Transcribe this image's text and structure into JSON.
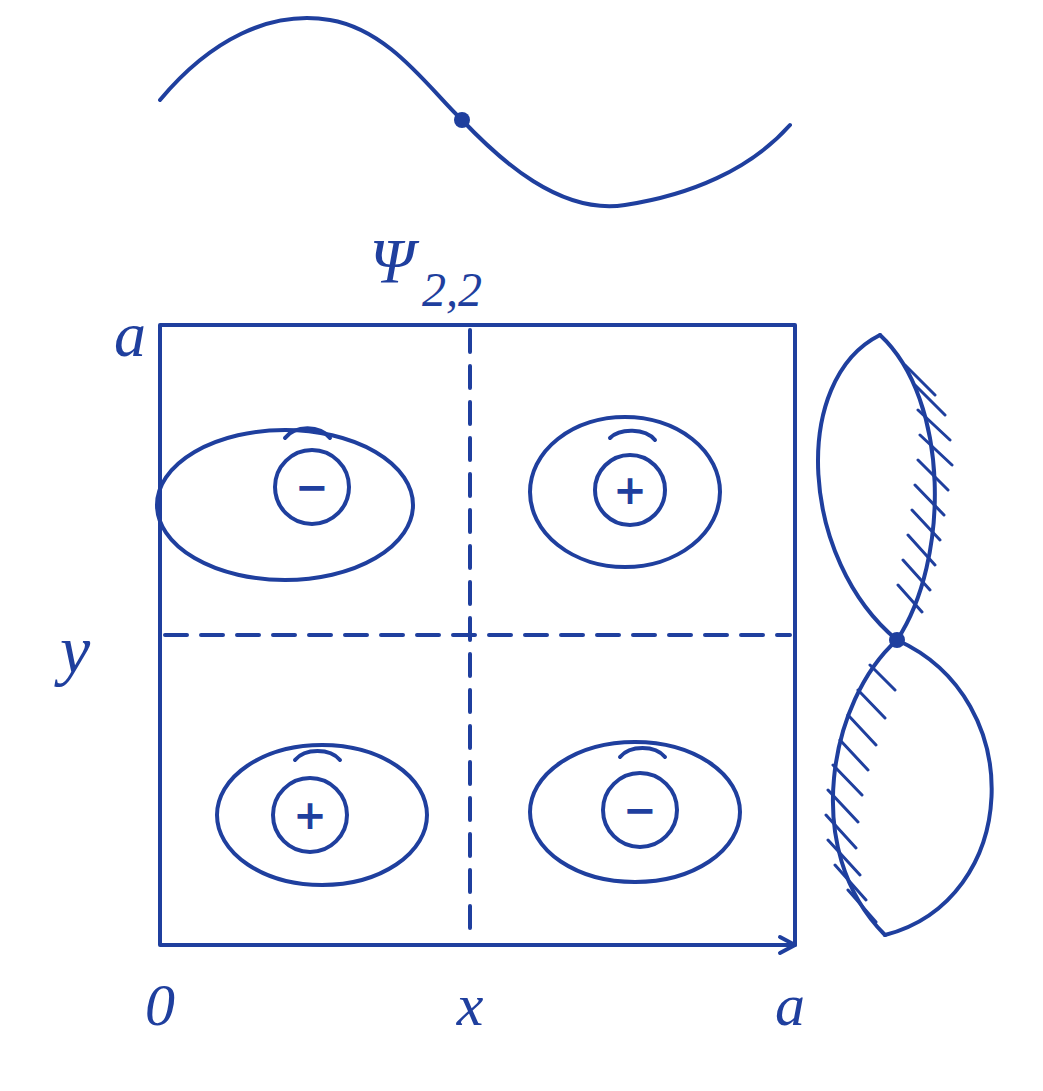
{
  "diagram": {
    "nodes": [
      {
        "text": [
          "−"
        ]
      },
      {
        "text": [
          "+"
        ]
      },
      {
        "text": [
          "+"
        ]
      },
      {
        "text": [
          "−"
        ]
      }
    ],
    "labels": [
      "Ψ",
      "2,2",
      "a",
      "y",
      "0",
      "x",
      "a"
    ]
  }
}
